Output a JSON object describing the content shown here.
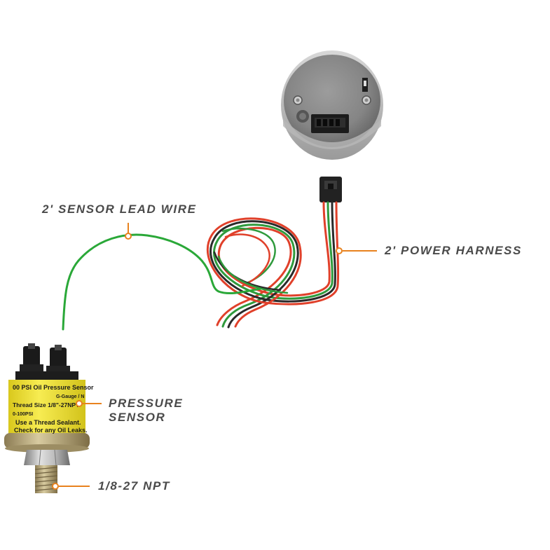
{
  "diagram": {
    "callouts": {
      "sensor_lead_wire": "2' SENSOR LEAD WIRE",
      "power_harness": "2' POWER HARNESS",
      "pressure_sensor": [
        "PRESSURE",
        "SENSOR"
      ],
      "thread": "1/8-27 NPT"
    },
    "sensor_label": {
      "line1": "00 PSI Oil Pressure Sensor",
      "line2": "G-Gauge / N",
      "line3": "Thread Size 1/8\"-27NPT",
      "line4": "0-100PSI",
      "line5": "Use a Thread Sealant.",
      "line6": "Check for any Oil Leaks."
    },
    "colors": {
      "leader": "#e8821e",
      "sensor_wire": "#2aa838",
      "harness_red": "#e0402a",
      "harness_green": "#2f9a3c",
      "harness_black": "#2a2a2a",
      "sensor_yellow": "#f2e43a",
      "gauge_body": "#8e8e8e"
    }
  }
}
